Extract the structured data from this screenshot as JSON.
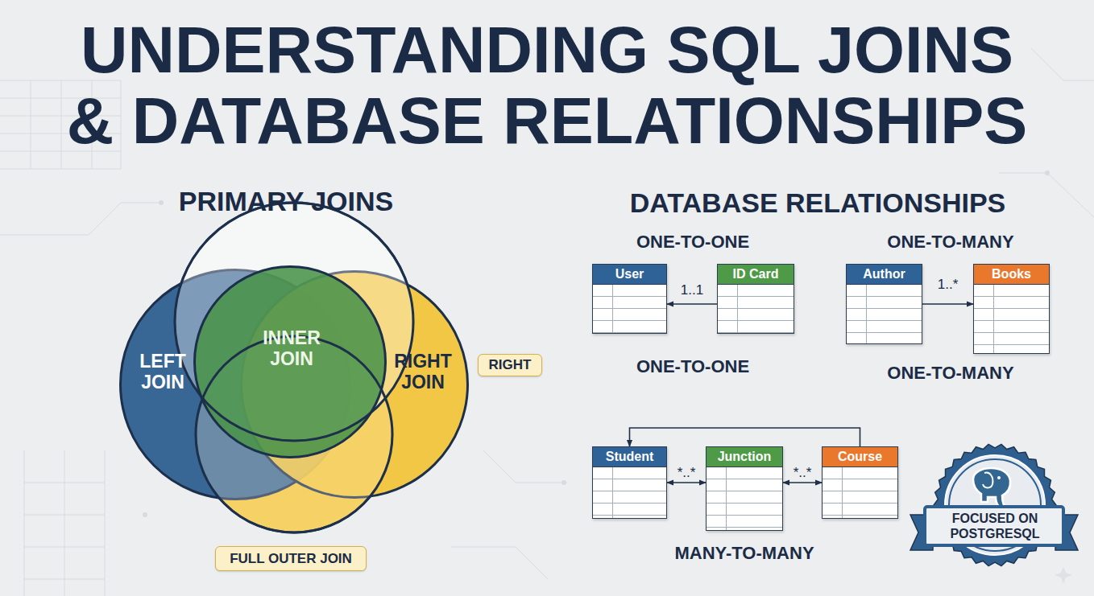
{
  "diagram": {
    "title": "UNDERSTANDING SQL JOINS & DATABASE RELATIONSHIPS",
    "nodes": [
      {
        "text": [
          "LEFT JOIN"
        ]
      },
      {
        "text": [
          "INNER JOIN"
        ]
      },
      {
        "text": [
          "RIGHT JOIN"
        ]
      },
      {
        "text": [
          "RIGHT"
        ]
      },
      {
        "text": [
          "FULL OUTER JOIN"
        ]
      },
      {
        "text": [
          "User"
        ]
      },
      {
        "text": [
          "ID Card"
        ]
      },
      {
        "text": [
          "Author"
        ]
      },
      {
        "text": [
          "Books"
        ]
      },
      {
        "text": [
          "Student"
        ]
      },
      {
        "text": [
          "Junction"
        ]
      },
      {
        "text": [
          "Course"
        ]
      },
      {
        "text": [
          "FOCUSED ON POSTGRESQL"
        ]
      }
    ],
    "edges": [
      {
        "from": 6,
        "to": 5,
        "arrow": "to",
        "label": "1..1"
      },
      {
        "from": 7,
        "to": 8,
        "arrow": "to",
        "label": "1..*"
      },
      {
        "from": 9,
        "to": 10,
        "arrow": "both",
        "label": "*..*"
      },
      {
        "from": 10,
        "to": 11,
        "arrow": "both",
        "label": "*..*"
      },
      {
        "from": 11,
        "to": 9,
        "arrow": "to"
      }
    ],
    "labels": [
      "PRIMARY JOINS",
      "DATABASE RELATIONSHIPS",
      "ONE-TO-ONE",
      "ONE-TO-MANY",
      "ONE-TO-ONE",
      "ONE-TO-MANY",
      "MANY-TO-MANY"
    ]
  }
}
